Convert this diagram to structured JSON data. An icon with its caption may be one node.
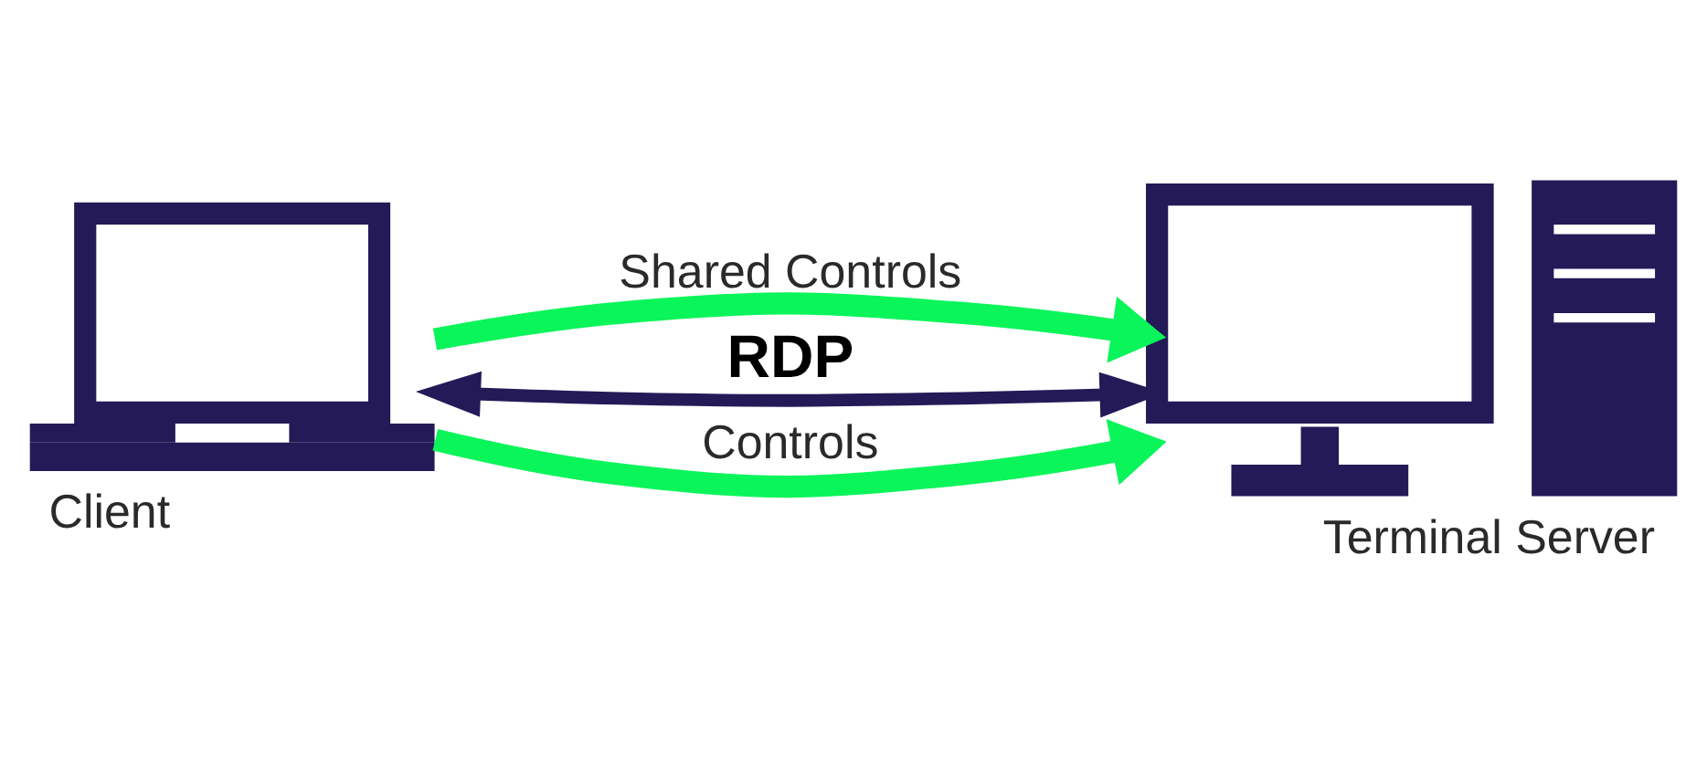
{
  "diagram": {
    "nodes": [
      {
        "text": [
          "Client"
        ]
      },
      {
        "text": [
          "Terminal Server"
        ]
      }
    ],
    "edges": [
      {
        "from": 0,
        "to": 1,
        "arrow": "to",
        "label": "Shared Controls"
      },
      {
        "from": 0,
        "to": 1,
        "arrow": "both",
        "label": "RDP",
        "color": "#241a57"
      },
      {
        "from": 0,
        "to": 1,
        "arrow": "to",
        "label": "Controls"
      }
    ]
  }
}
